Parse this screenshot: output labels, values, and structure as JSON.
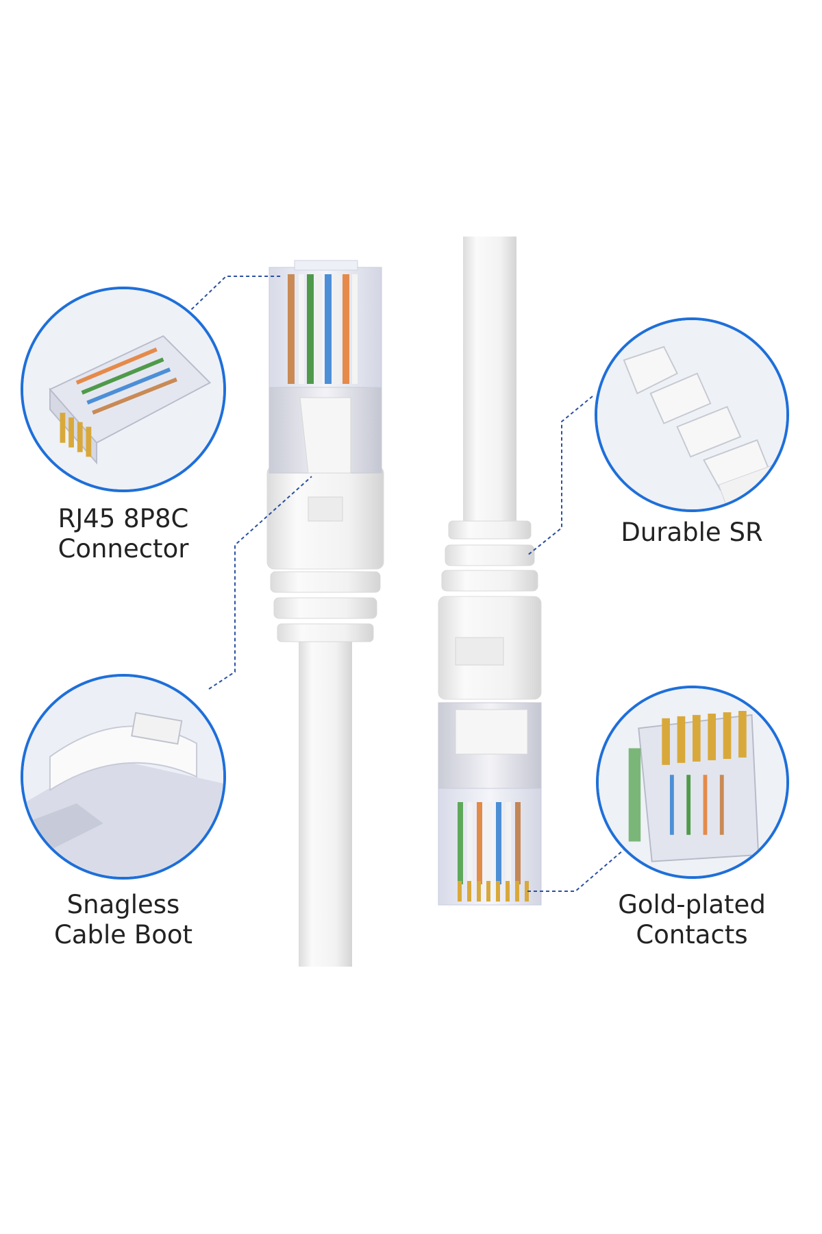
{
  "callouts": [
    {
      "id": "rj45",
      "lines": [
        "RJ45 8P8C",
        "Connector"
      ]
    },
    {
      "id": "durable",
      "lines": [
        "Durable SR"
      ]
    },
    {
      "id": "snagless",
      "lines": [
        "Snagless",
        "Cable Boot"
      ]
    },
    {
      "id": "gold",
      "lines": [
        "Gold-plated",
        "Contacts"
      ]
    }
  ],
  "colors": {
    "accent_ring": "#1e6fd9",
    "dashed_line": "#2a4fa0",
    "cable": "#f3f3f3",
    "gold": "#d8a93a"
  }
}
